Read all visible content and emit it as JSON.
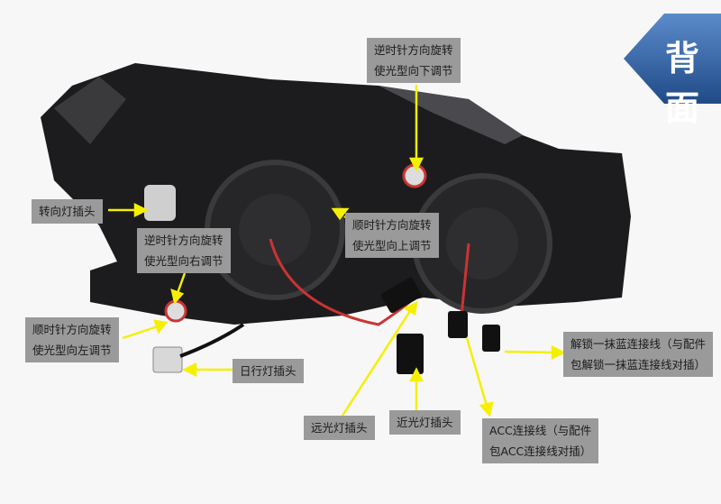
{
  "banner": {
    "title": "背面",
    "color": "#3f6fae"
  },
  "arrow_color": "#f5f000",
  "labels": {
    "rotate_ccw_down": {
      "line1": "逆时针方向旋转",
      "line2": "使光型向下调节"
    },
    "turn_signal_plug": {
      "text": "转向灯插头"
    },
    "rotate_ccw_right": {
      "line1": "逆时针方向旋转",
      "line2": "使光型向右调节"
    },
    "rotate_cw_up": {
      "line1": "顺时针方向旋转",
      "line2": "使光型向上调节"
    },
    "rotate_cw_left": {
      "line1": "顺时针方向旋转",
      "line2": "使光型向左调节"
    },
    "drl_plug": {
      "text": "日行灯插头"
    },
    "high_beam_plug": {
      "text": "远光灯插头"
    },
    "low_beam_plug": {
      "text": "近光灯插头"
    },
    "unlock_wire": {
      "line1": "解锁一抹蓝连接线（与配件",
      "line2": "包解锁一抹蓝连接线对插）"
    },
    "acc_wire": {
      "line1": "ACC连接线（与配件",
      "line2": "包ACC连接线对插）"
    }
  }
}
